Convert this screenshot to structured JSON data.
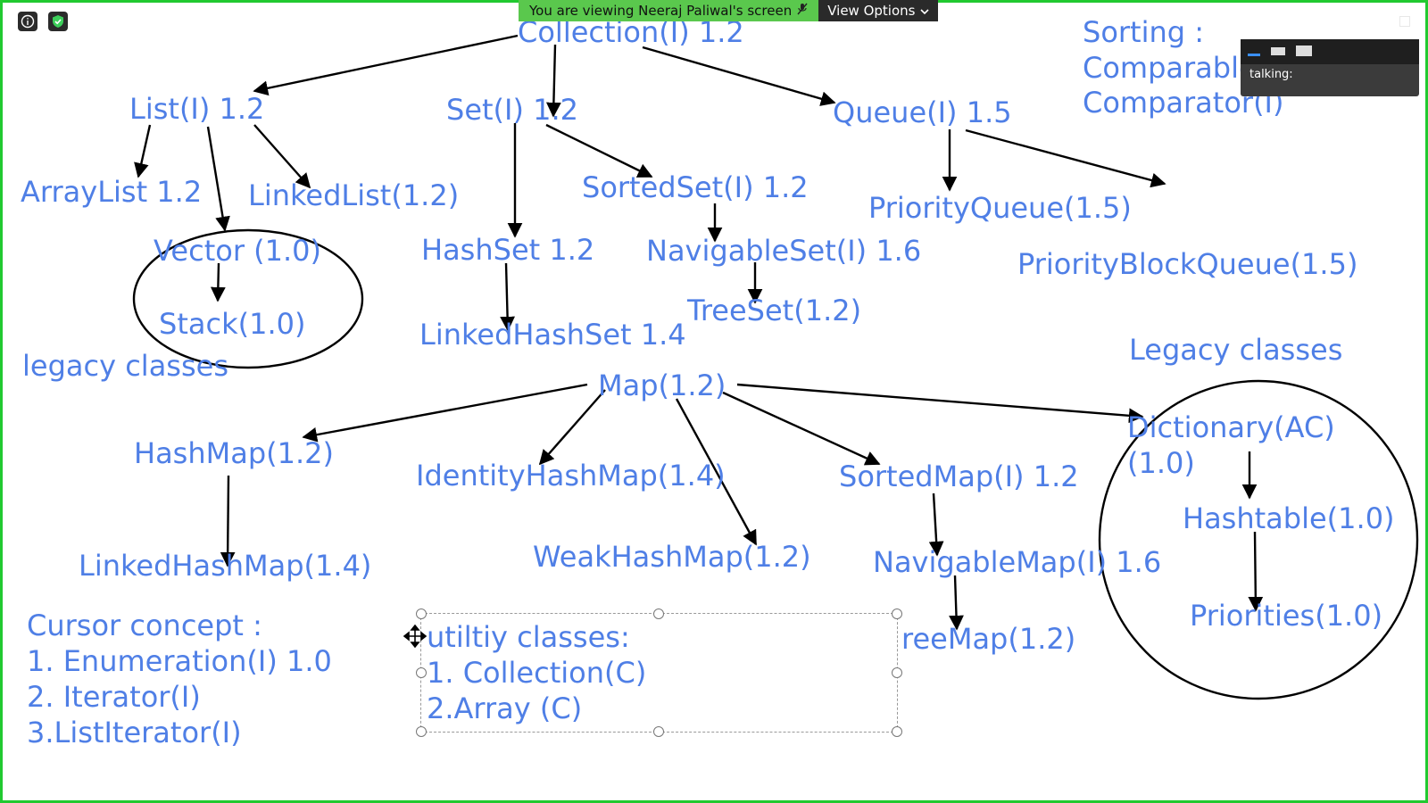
{
  "share_banner": {
    "message": "You are viewing Neeraj Paliwal's screen",
    "view_options": "View Options"
  },
  "talk_panel": {
    "label": "talking:"
  },
  "whiteboard": {
    "collection": "Collection(I) 1.2",
    "list": "List(I) 1.2",
    "set": "Set(I) 1.2",
    "queue": "Queue(I) 1.5",
    "sorting_title": "Sorting :",
    "sorting_comparable": "Comparable(I)",
    "sorting_comparator": "Comparator(I)",
    "arraylist": "ArrayList 1.2",
    "linkedlist": "LinkedList(1.2)",
    "sortedset": "SortedSet(I) 1.2",
    "priorityqueue": "PriorityQueue(1.5)",
    "vector": "Vector (1.0)",
    "hashset": "HashSet 1.2",
    "navigableset": "NavigableSet(I) 1.6",
    "priorityblockqueue": "PriorityBlockQueue(1.5)",
    "stack": "Stack(1.0)",
    "treeset": "TreeSet(1.2)",
    "linkedhashset": "LinkedHashSet 1.4",
    "legacy_left": "legacy classes",
    "legacy_right": "Legacy classes",
    "map": "Map(1.2)",
    "dictionary": "Dictionary(AC)",
    "dictionary_version": "(1.0)",
    "hashmap": "HashMap(1.2)",
    "identityhashmap": "IdentityHashMap(1.4)",
    "sortedmap": "SortedMap(I) 1.2",
    "hashtable": "Hashtable(1.0)",
    "linkedhashmap": "LinkedHashMap(1.4)",
    "weakhashmap": "WeakHashMap(1.2)",
    "navigablemap": "NavigableMap(I) 1.6",
    "priorities": "Priorities(1.0)",
    "treemap": "reeMap(1.2)",
    "cursor_title": "Cursor concept :",
    "cursor_1": "1. Enumeration(I) 1.0",
    "cursor_2": "2. Iterator(I)",
    "cursor_3": "3.ListIterator(I)",
    "utility_title": "utiltiy classes:",
    "utility_1": "1. Collection(C)",
    "utility_2": "2.Array (C)"
  },
  "colors": {
    "ink": "#4f7fe6",
    "frame": "#21c930",
    "banner": "#5ac84d"
  }
}
